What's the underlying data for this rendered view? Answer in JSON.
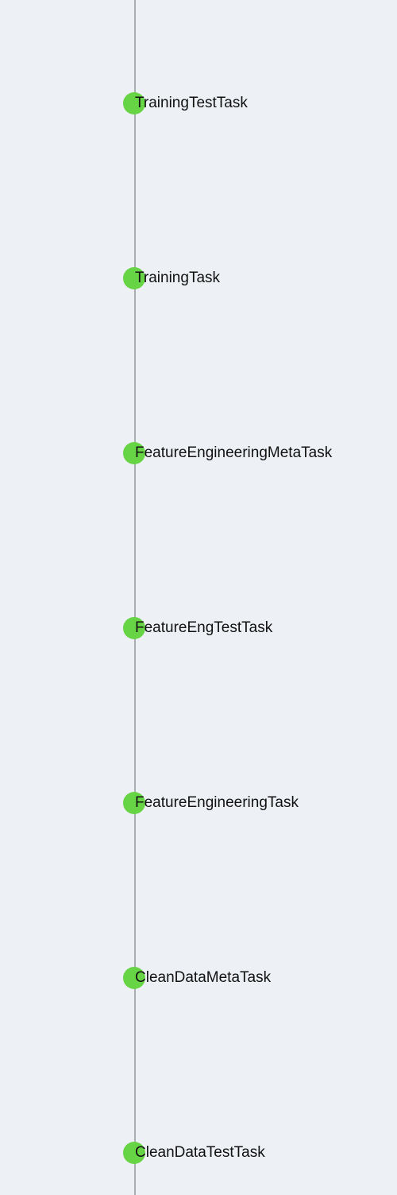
{
  "dot_color": "#66d444",
  "line_color": "#a9aeb2",
  "background": "#edf1f6",
  "nodes": [
    {
      "label": "TrainingTestTask"
    },
    {
      "label": "TrainingTask"
    },
    {
      "label": "FeatureEngineeringMetaTask"
    },
    {
      "label": "FeatureEngTestTask"
    },
    {
      "label": "FeatureEngineeringTask"
    },
    {
      "label": "CleanDataMetaTask"
    },
    {
      "label": "CleanDataTestTask"
    }
  ]
}
